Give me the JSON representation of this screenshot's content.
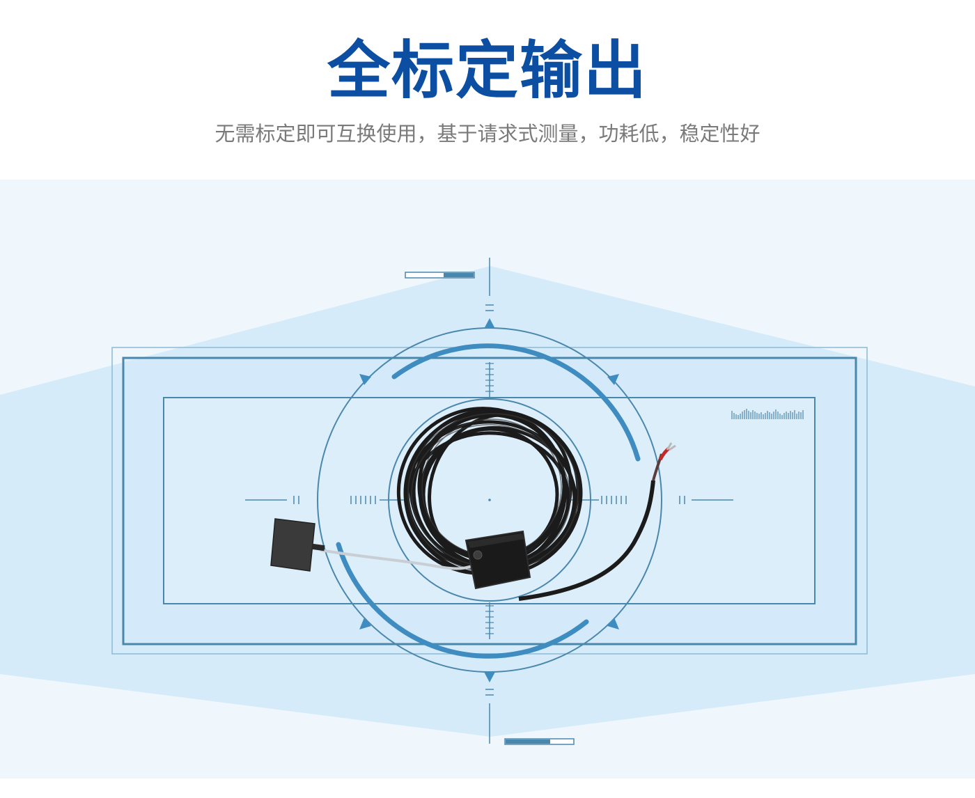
{
  "header": {
    "title": "全标定输出",
    "subtitle": "无需标定即可互换使用，基于请求式测量，功耗低，稳定性好"
  },
  "colors": {
    "title": "#0b4ea2",
    "subtitle": "#7a7a7a",
    "panel_background": "#eff7fd",
    "beam": "#d3e9f9",
    "frame_stroke": "#4a87ad",
    "arc_accent": "#3f8cc0"
  },
  "illustration": {
    "subject": "sensor-with-coiled-cable",
    "overlay": "hud-target-reticle"
  }
}
